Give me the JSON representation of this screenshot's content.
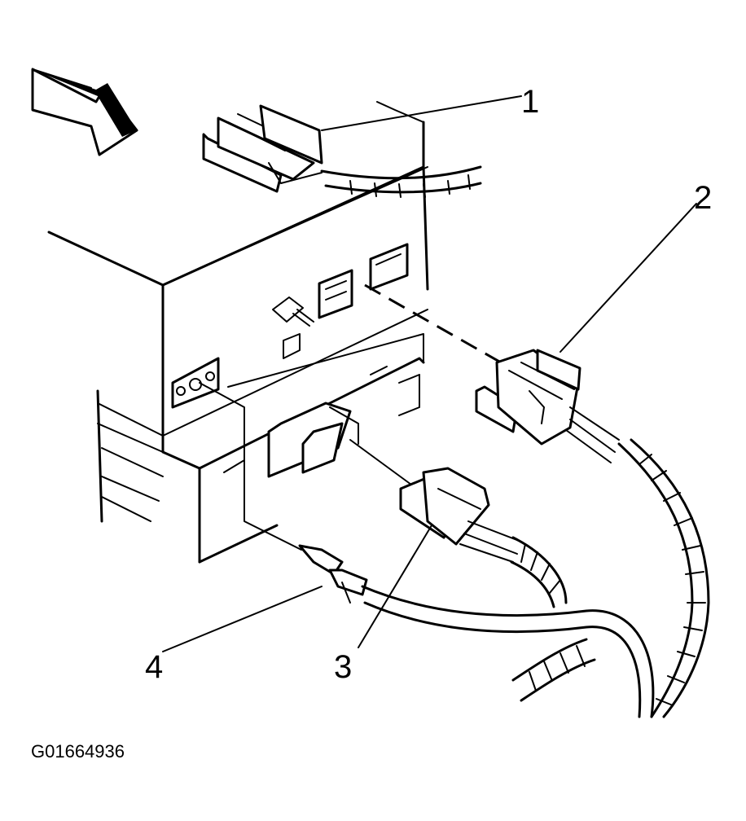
{
  "callouts": {
    "c1": "1",
    "c2": "2",
    "c3": "3",
    "c4": "4"
  },
  "figure_code": "G01664936",
  "colors": {
    "ink": "#000000",
    "paper": "#ffffff"
  }
}
